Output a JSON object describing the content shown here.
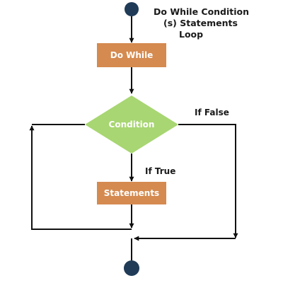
{
  "diagram": {
    "title_lines": [
      "Do While Condition",
      "(s) Statements",
      "Loop"
    ],
    "nodes": {
      "do_while": "Do While",
      "condition": "Condition",
      "statements": "Statements"
    },
    "edge_labels": {
      "if_false": "If False",
      "if_true": "If True"
    },
    "colors": {
      "terminal": "#1f3b57",
      "process_box": "#d58a4f",
      "decision": "#a8d672",
      "node_text": "#ffffff",
      "lines": "#111111"
    }
  }
}
